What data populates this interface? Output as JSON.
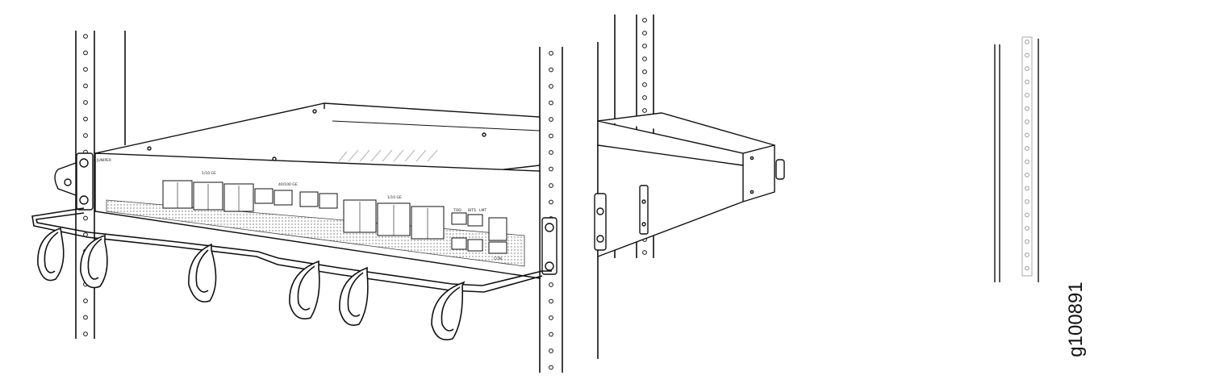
{
  "figure": {
    "id": "g100891",
    "device_labels": {
      "brand": "JUNIPER",
      "port_group_1": "1/10 GE",
      "port_group_2": "40/100 GE",
      "port_group_3": "1/10 GE",
      "tod": "TOD",
      "bits": "BITS",
      "lmt": "LMT",
      "con": "CON"
    }
  }
}
